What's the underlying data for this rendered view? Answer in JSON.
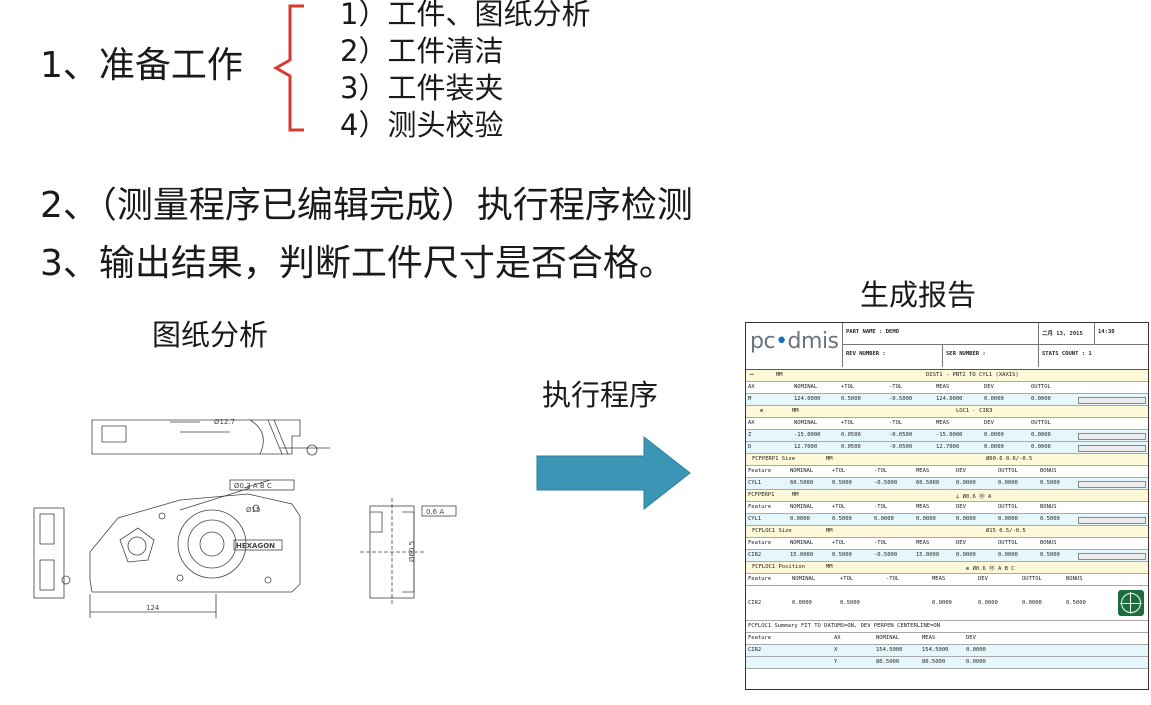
{
  "steps": {
    "step1": {
      "num": "1",
      "label": "、准备工作"
    },
    "substeps": [
      {
        "num": "1",
        "label": "）工件、图纸分析"
      },
      {
        "num": "2",
        "label": "）工件清洁"
      },
      {
        "num": "3",
        "label": "）工件装夹"
      },
      {
        "num": "4",
        "label": "）测头校验"
      }
    ],
    "step2": {
      "num": "2",
      "label": "、（测量程序已编辑完成）执行程序检测"
    },
    "step3": {
      "num": "3",
      "label": "、输出结果，判断工件尺寸是否合格。"
    }
  },
  "captions": {
    "drawing": "图纸分析",
    "execute": "执行程序",
    "report": "生成报告"
  },
  "drawing_labels": {
    "dim_top": "Ø12.7",
    "gdt1": "Ø0.3 A B C",
    "dim_15": "Ø15",
    "brand": "HEXAGON",
    "dim_124": "124",
    "gdt2": "0.6 A",
    "dim_side": "Ø60.5"
  },
  "report": {
    "logo_pre": "pc",
    "logo_dot": "•",
    "logo_post": "dmis",
    "part_name": "PART NAME :   DEMO",
    "date": "二月 13, 2015",
    "time": "14:30",
    "rev_number": "REV NUMBER :",
    "ser_number": "SER NUMBER :",
    "stats_count": "STATS COUNT :   1",
    "rows": [
      {
        "cls": "y",
        "cells": [
          [
            "4",
            "⟷"
          ],
          [
            "30",
            "MM"
          ],
          [
            "180",
            "DIST1 - PNT2 TO CYL1 (XAXIS)"
          ]
        ]
      },
      {
        "cls": "",
        "cells": [
          [
            "2",
            "AX"
          ],
          [
            "48",
            "NOMINAL"
          ],
          [
            "95",
            "+TOL"
          ],
          [
            "143",
            "-TOL"
          ],
          [
            "190",
            "MEAS"
          ],
          [
            "238",
            "DEV"
          ],
          [
            "285",
            "OUTTOL"
          ]
        ]
      },
      {
        "cls": "c",
        "bar": true,
        "cells": [
          [
            "2",
            "M"
          ],
          [
            "48",
            "124.0000"
          ],
          [
            "95",
            "0.5000"
          ],
          [
            "143",
            "-0.5000"
          ],
          [
            "190",
            "124.0000"
          ],
          [
            "238",
            "0.0000"
          ],
          [
            "285",
            "0.0000"
          ]
        ]
      },
      {
        "cls": "y",
        "cells": [
          [
            "14",
            "⊕"
          ],
          [
            "46",
            "MM"
          ],
          [
            "210",
            "LOC1 - CIR3"
          ]
        ]
      },
      {
        "cls": "",
        "cells": [
          [
            "2",
            "AX"
          ],
          [
            "48",
            "NOMINAL"
          ],
          [
            "95",
            "+TOL"
          ],
          [
            "143",
            "-TOL"
          ],
          [
            "190",
            "MEAS"
          ],
          [
            "238",
            "DEV"
          ],
          [
            "285",
            "OUTTOL"
          ]
        ]
      },
      {
        "cls": "c",
        "bar": true,
        "cells": [
          [
            "2",
            "Z"
          ],
          [
            "48",
            "-15.0000"
          ],
          [
            "95",
            "0.0500"
          ],
          [
            "143",
            "-0.0500"
          ],
          [
            "190",
            "-15.0000"
          ],
          [
            "238",
            "0.0000"
          ],
          [
            "285",
            "0.0000"
          ]
        ]
      },
      {
        "cls": "c",
        "bar": true,
        "cells": [
          [
            "2",
            "D"
          ],
          [
            "48",
            "12.7000"
          ],
          [
            "95",
            "0.0500"
          ],
          [
            "143",
            "-0.0500"
          ],
          [
            "190",
            "12.7000"
          ],
          [
            "238",
            "0.0000"
          ],
          [
            "285",
            "0.0000"
          ]
        ]
      },
      {
        "cls": "y",
        "cells": [
          [
            "6",
            "FCFPERP1 Size"
          ],
          [
            "80",
            "MM"
          ],
          [
            "240",
            "Ø60.6 0.6/-0.5"
          ]
        ]
      },
      {
        "cls": "",
        "cells": [
          [
            "2",
            "Feature"
          ],
          [
            "44",
            "NOMINAL"
          ],
          [
            "86",
            "+TOL"
          ],
          [
            "128",
            "-TOL"
          ],
          [
            "170",
            "MEAS"
          ],
          [
            "210",
            "DEV"
          ],
          [
            "252",
            "OUTTOL"
          ],
          [
            "294",
            "BONUS"
          ]
        ]
      },
      {
        "cls": "c",
        "bar": true,
        "cells": [
          [
            "2",
            "CYL1"
          ],
          [
            "44",
            "60.5000"
          ],
          [
            "86",
            "0.5000"
          ],
          [
            "128",
            "-0.5000"
          ],
          [
            "170",
            "60.5000"
          ],
          [
            "210",
            "0.0000"
          ],
          [
            "252",
            "0.0000"
          ],
          [
            "294",
            "0.5000"
          ]
        ]
      },
      {
        "cls": "y",
        "cells": [
          [
            "2",
            "FCFPERP1"
          ],
          [
            "46",
            "MM"
          ],
          [
            "210",
            "⊥ Ø0.6 Ⓜ A"
          ]
        ]
      },
      {
        "cls": "",
        "cells": [
          [
            "2",
            "Feature"
          ],
          [
            "44",
            "NOMINAL"
          ],
          [
            "86",
            "+TOL"
          ],
          [
            "128",
            "-TOL"
          ],
          [
            "170",
            "MEAS"
          ],
          [
            "210",
            "DEV"
          ],
          [
            "252",
            "OUTTOL"
          ],
          [
            "294",
            "BONUS"
          ]
        ]
      },
      {
        "cls": "c",
        "bar": true,
        "cells": [
          [
            "2",
            "CYL1"
          ],
          [
            "44",
            "0.0000"
          ],
          [
            "86",
            "0.5000"
          ],
          [
            "128",
            "0.0000"
          ],
          [
            "170",
            "0.0000"
          ],
          [
            "210",
            "0.0000"
          ],
          [
            "252",
            "0.0000"
          ],
          [
            "294",
            "0.5000"
          ]
        ]
      },
      {
        "cls": "y",
        "cells": [
          [
            "6",
            "FCFLOC1 Size"
          ],
          [
            "80",
            "MM"
          ],
          [
            "240",
            "Ø15 0.5/-0.5"
          ]
        ]
      },
      {
        "cls": "",
        "cells": [
          [
            "2",
            "Feature"
          ],
          [
            "44",
            "NOMINAL"
          ],
          [
            "86",
            "+TOL"
          ],
          [
            "128",
            "-TOL"
          ],
          [
            "170",
            "MEAS"
          ],
          [
            "210",
            "DEV"
          ],
          [
            "252",
            "OUTTOL"
          ],
          [
            "294",
            "BONUS"
          ]
        ]
      },
      {
        "cls": "c",
        "bar": true,
        "cells": [
          [
            "2",
            "CIR2"
          ],
          [
            "44",
            "15.0000"
          ],
          [
            "86",
            "0.5000"
          ],
          [
            "128",
            "-0.5000"
          ],
          [
            "170",
            "15.0000"
          ],
          [
            "210",
            "0.0000"
          ],
          [
            "252",
            "0.0000"
          ],
          [
            "294",
            "0.5000"
          ]
        ]
      },
      {
        "cls": "y",
        "cells": [
          [
            "6",
            "FCFLOC1 Position"
          ],
          [
            "80",
            "MM"
          ],
          [
            "220",
            "⊕ Ø0.6 Ⓜ A B C"
          ]
        ]
      },
      {
        "cls": "",
        "cells": [
          [
            "2",
            "Feature"
          ],
          [
            "46",
            "NOMINAL"
          ],
          [
            "94",
            "+TOL"
          ],
          [
            "140",
            "-TOL"
          ],
          [
            "186",
            "MEAS"
          ],
          [
            "232",
            "DEV"
          ],
          [
            "276",
            "OUTTOL"
          ],
          [
            "320",
            "BONUS"
          ]
        ]
      },
      {
        "cls": "tall",
        "cells": [
          [
            "2",
            "CIR2"
          ],
          [
            "46",
            "0.0000"
          ],
          [
            "94",
            "0.5000"
          ],
          [
            "186",
            "0.0000"
          ],
          [
            "232",
            "0.0000"
          ],
          [
            "276",
            "0.0000"
          ],
          [
            "320",
            "0.5000"
          ]
        ]
      },
      {
        "cls": "",
        "cells": [
          [
            "2",
            "FCFLOC1 Summary  FIT TO DATUMS=ON, DEV PERPEN CENTERLINE=ON"
          ]
        ]
      },
      {
        "cls": "",
        "cells": [
          [
            "2",
            "Feature"
          ],
          [
            "88",
            "AX"
          ],
          [
            "130",
            "NOMINAL"
          ],
          [
            "176",
            "MEAS"
          ],
          [
            "220",
            "DEV"
          ]
        ]
      },
      {
        "cls": "c",
        "cells": [
          [
            "2",
            "CIR2"
          ],
          [
            "88",
            "X"
          ],
          [
            "130",
            "154.5000"
          ],
          [
            "176",
            "154.5000"
          ],
          [
            "220",
            "0.0000"
          ]
        ]
      },
      {
        "cls": "c",
        "cells": [
          [
            "88",
            "Y"
          ],
          [
            "130",
            "80.5000"
          ],
          [
            "176",
            "80.5000"
          ],
          [
            "220",
            "0.0000"
          ]
        ]
      }
    ]
  },
  "colors": {
    "arrow": "#3a96b4",
    "brace": "#d83a2f",
    "report_yellow": "#fdf8d8",
    "report_cyan": "#e6f7fb"
  }
}
